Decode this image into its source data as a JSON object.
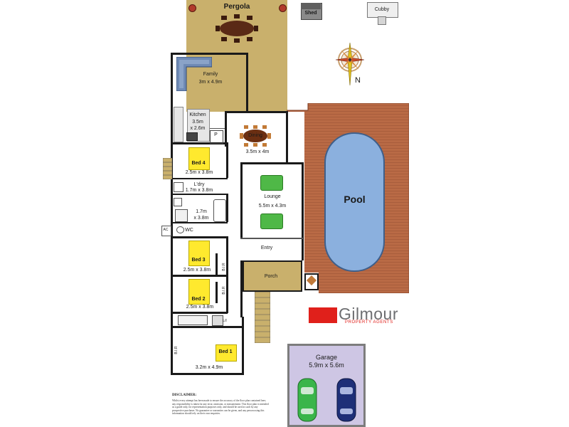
{
  "plan": {
    "pergola": {
      "name": "Pergola"
    },
    "shed": {
      "name": "Shed"
    },
    "cubby": {
      "name": "Cubby"
    },
    "compass": {
      "north": "N"
    },
    "family": {
      "name": "Family",
      "dims": "3m x 4.9m"
    },
    "kitchen": {
      "name": "Kitchen",
      "dims1": "3.5m",
      "dims2": "x 2.6m"
    },
    "pantry": {
      "name": "P"
    },
    "dining": {
      "name": "Dining",
      "dims": "3.5m x 4m"
    },
    "bed4": {
      "name": "Bed 4",
      "dims": "2.5m x 3.8m"
    },
    "laundry": {
      "name": "L'dry",
      "dims": "1.7m x 3.8m"
    },
    "bath": {
      "dims1": "1.7m",
      "dims2": "x 3.8m"
    },
    "ac": {
      "name": "AC"
    },
    "wc": {
      "name": "WC"
    },
    "lounge": {
      "name": "Lounge",
      "dims": "5.5m x 4.3m"
    },
    "entry": {
      "name": "Entry"
    },
    "bed3": {
      "name": "Bed 3",
      "dims": "2.5m x 3.8m"
    },
    "bir1": {
      "name": "B.I.R"
    },
    "porch": {
      "name": "Porch"
    },
    "bed2": {
      "name": "Bed 2",
      "dims": "2.5m x 3.8m"
    },
    "bir2": {
      "name": "B.I.R"
    },
    "linen": {
      "name": "L/I"
    },
    "bed1": {
      "name": "Bed 1",
      "dims": "3.2m x 4.9m"
    },
    "bir3": {
      "name": "B.I.R"
    },
    "pool": {
      "name": "Pool"
    },
    "garage": {
      "name": "Garage",
      "dims": "5.9m x 5.6m"
    }
  },
  "brand": {
    "name": "Gilmour",
    "tagline": "PROPERTY AGENTS",
    "accent": "#e0201b",
    "text_color": "#6d6e71"
  },
  "disclaimer": {
    "title": "DISCLAIMER:",
    "body": "Whilst every attempt has been made to ensure the accuracy of the floor plan contained here, any responsibility is taken for any error, omission, or misstatement. This floor plan is intended as a guide only, for representation purposes only, and should be used as such by any prospective purchaser. No guarantee or warranties can be given, and any person using this information should rely on their own enquiries."
  },
  "colors": {
    "pergola": "#c9b06c",
    "deck": "#b96a45",
    "pool": "#8bb0de",
    "garage": "#cec6e4",
    "bed_marker": "#ffe92e",
    "wall": "#1a1a1a",
    "sofa": "#6f8ab5",
    "lounge_chair": "#4fb847",
    "table": "#5a2a16",
    "car_green": "#3ab54a",
    "car_blue": "#1e2f78"
  }
}
